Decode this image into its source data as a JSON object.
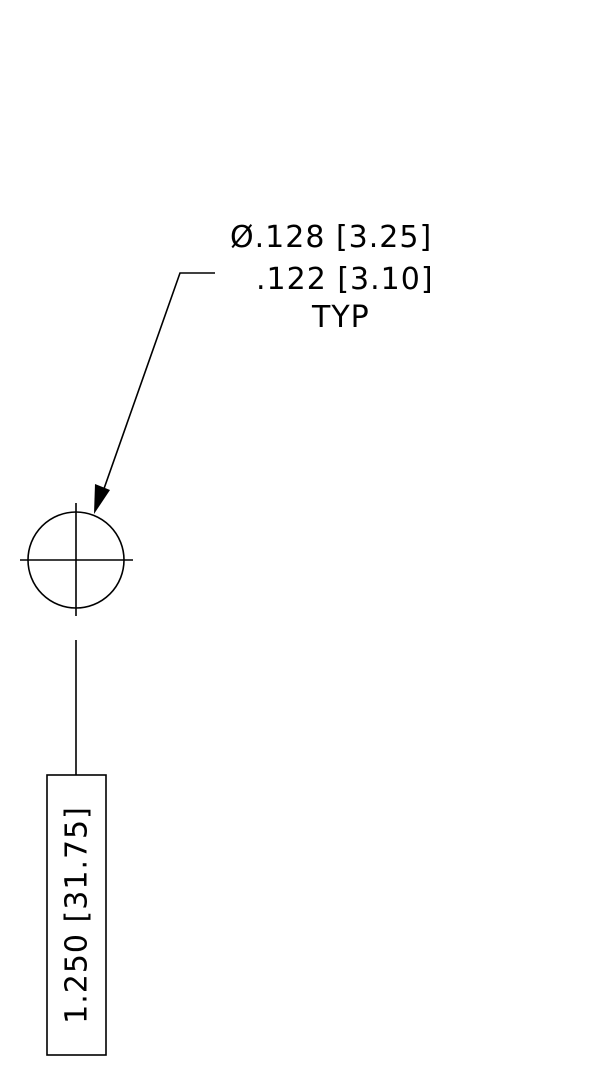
{
  "callout": {
    "line1": "Ø.128 [3.25]",
    "line2": ".122 [3.10]",
    "line3": "TYP"
  },
  "dimension": {
    "text": "1.250 [31.75]"
  },
  "colors": {
    "ink": "#000000",
    "paper": "#ffffff"
  }
}
